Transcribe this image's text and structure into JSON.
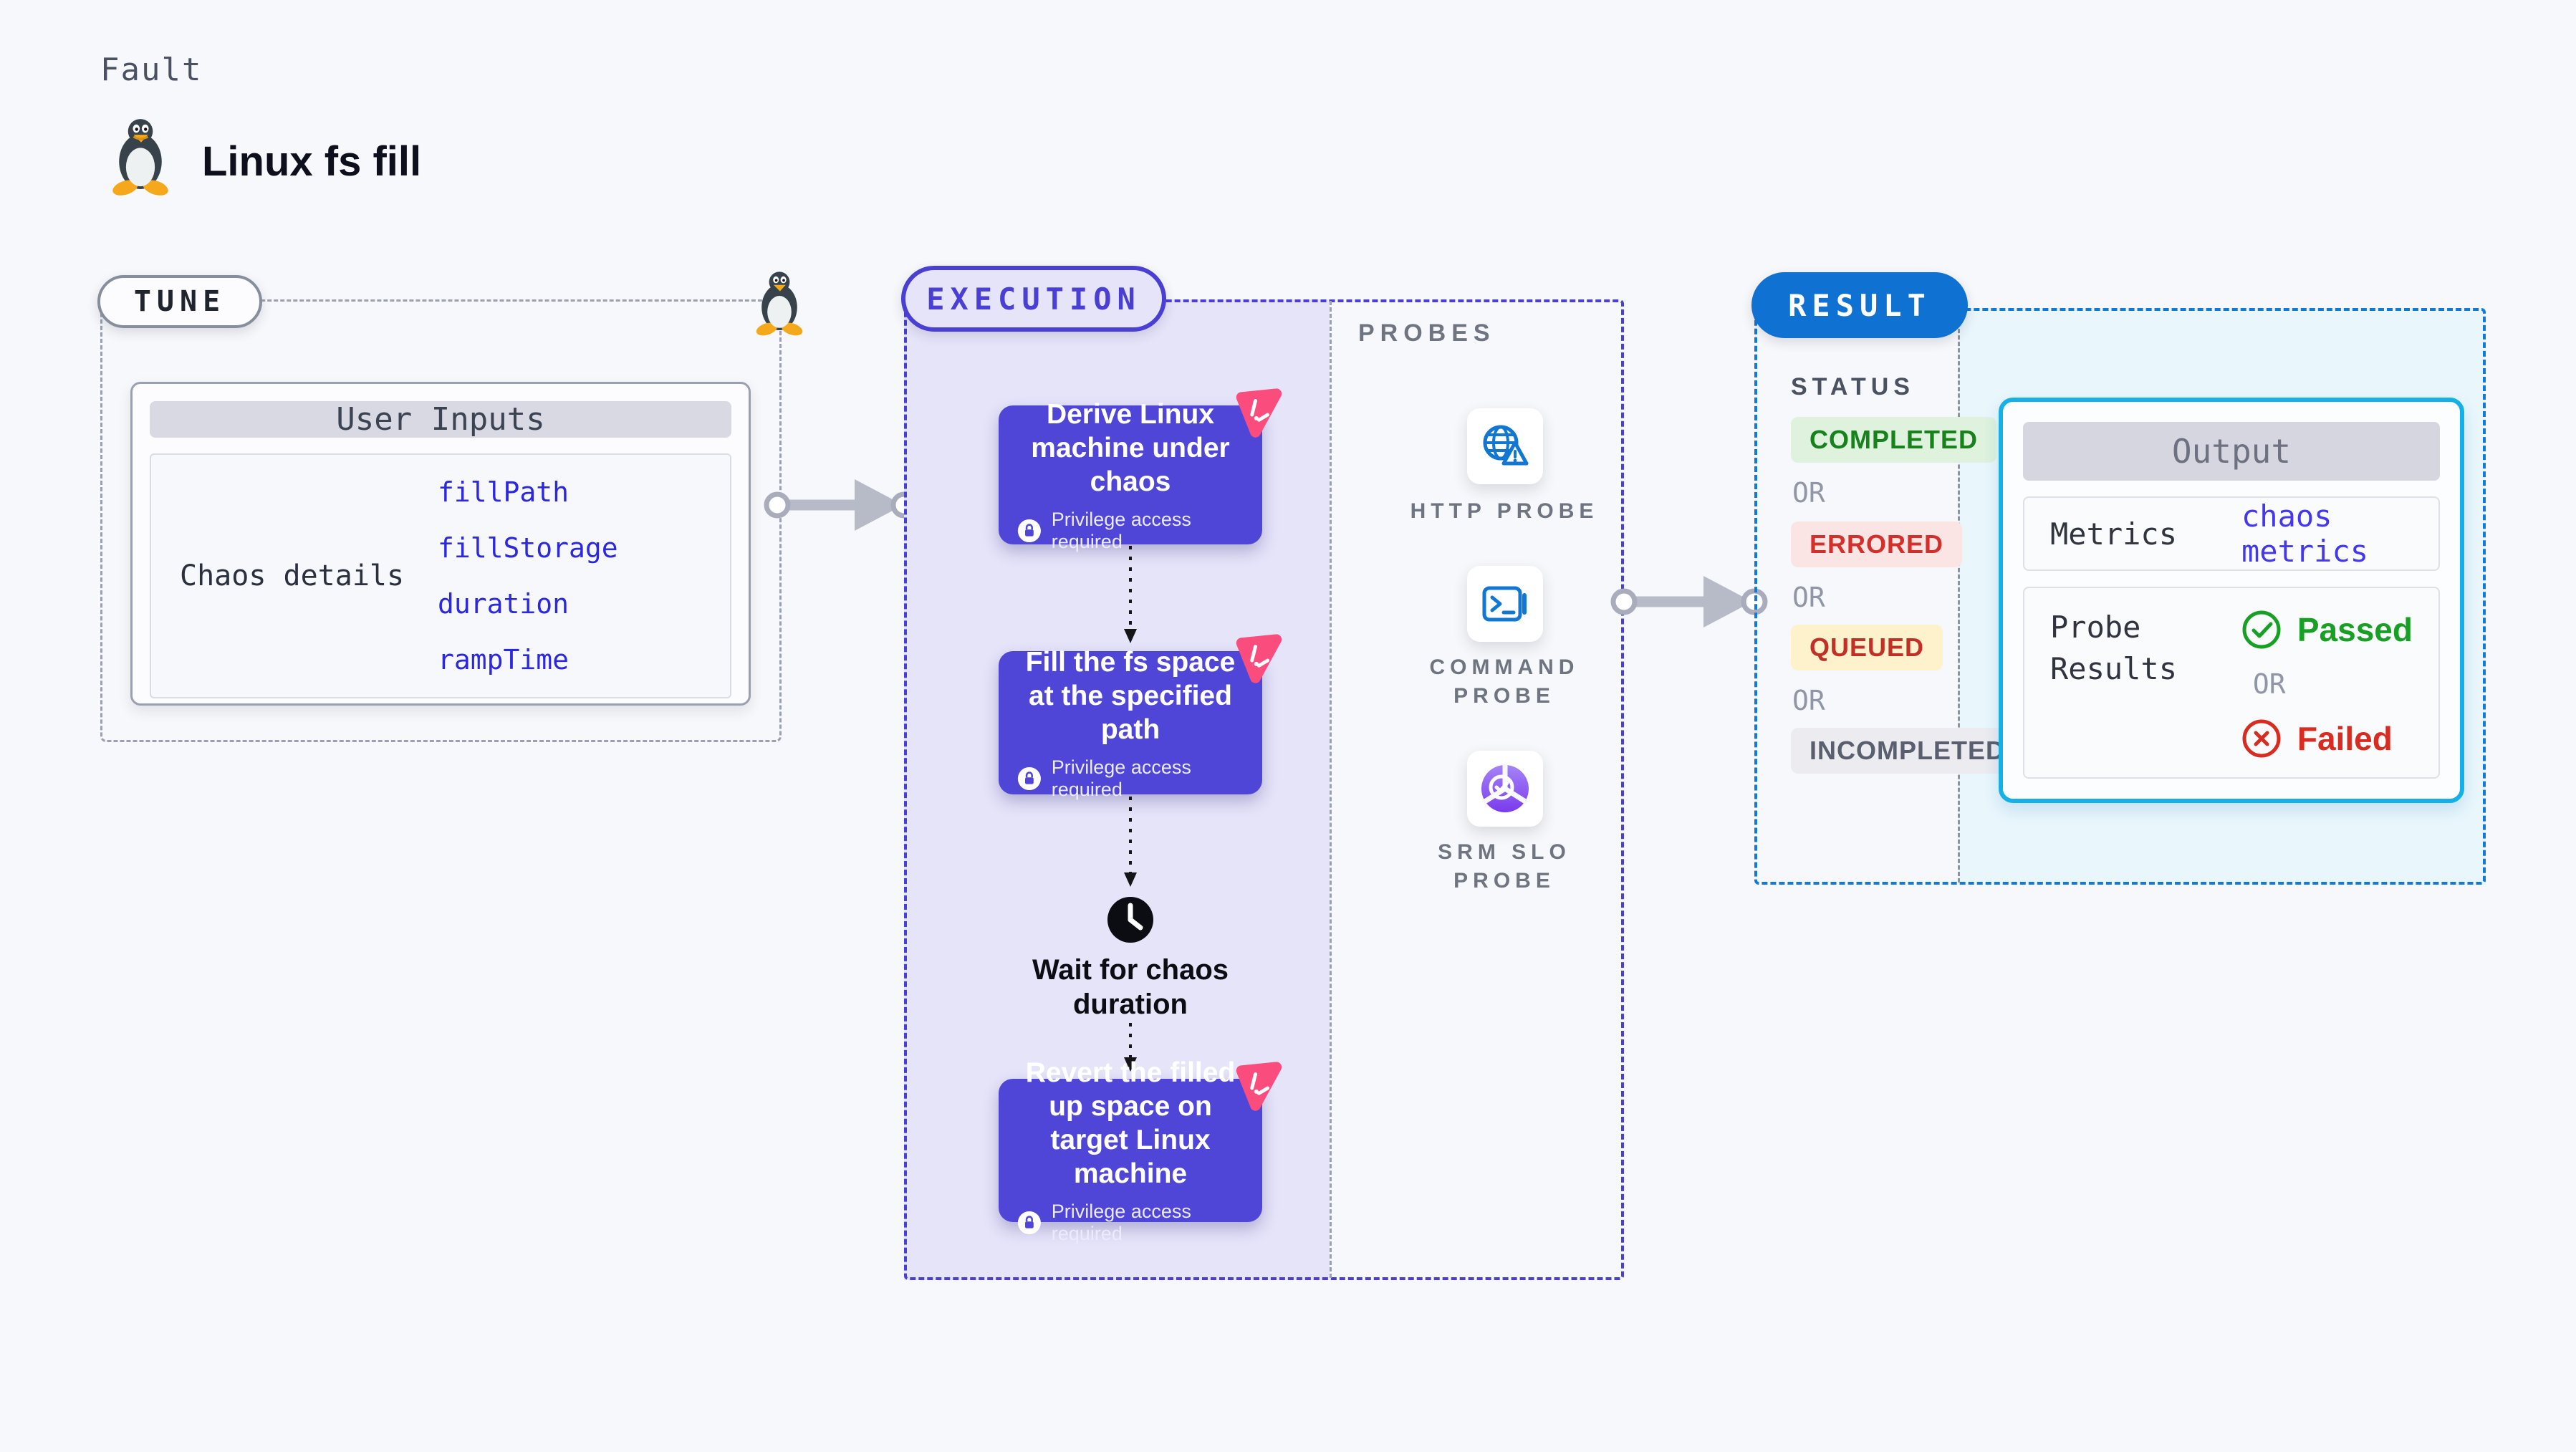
{
  "page": {
    "kicker": "Fault",
    "title": "Linux fs fill",
    "fault_icon": "tux-penguin-icon"
  },
  "tune": {
    "label": "TUNE",
    "user_inputs": {
      "header": "User Inputs",
      "row_label": "Chaos details",
      "fields": [
        "fillPath",
        "fillStorage",
        "duration",
        "rampTime"
      ]
    }
  },
  "execution": {
    "label": "EXECUTION",
    "privilege_note": "Privilege access required",
    "privilege_icon": "lock-icon",
    "step_badge_icon": "chaos-scribble-icon",
    "steps": [
      {
        "title": "Derive Linux machine under chaos"
      },
      {
        "title": "Fill the fs space at the specified path"
      },
      {
        "title": "Revert the filled up space on target Linux machine"
      }
    ],
    "wait_step": {
      "title": "Wait for chaos duration",
      "icon": "clock-icon"
    }
  },
  "probes": {
    "label": "PROBES",
    "items": [
      {
        "label": "HTTP PROBE",
        "icon": "globe-alert-icon"
      },
      {
        "label": "COMMAND PROBE",
        "icon": "terminal-icon"
      },
      {
        "label": "SRM SLO PROBE",
        "icon": "slo-donut-check-icon"
      }
    ]
  },
  "result": {
    "label": "RESULT",
    "status_heading": "STATUS",
    "or_label": "OR",
    "statuses": [
      {
        "label": "COMPLETED",
        "text_color": "#17821c",
        "bg_color": "#def2de"
      },
      {
        "label": "ERRORED",
        "text_color": "#d3302c",
        "bg_color": "#fbe5e4"
      },
      {
        "label": "QUEUED",
        "text_color": "#c22f27",
        "bg_color": "#fdf2cb"
      },
      {
        "label": "INCOMPLETED",
        "text_color": "#595f6e",
        "bg_color": "#ebebf0"
      }
    ],
    "output": {
      "header": "Output",
      "metrics_label": "Metrics",
      "metrics_link": "chaos metrics",
      "probe_results_label": "Probe Results",
      "passed_label": "Passed",
      "passed_icon": "check-circle-icon",
      "failed_label": "Failed",
      "failed_icon": "x-circle-icon"
    }
  },
  "colors": {
    "page_bg": "#f7f8fb",
    "tune_dash": "#9aa0b0",
    "execution_accent": "#4a3fd4",
    "execution_zone_bg": "#e6e4f9",
    "step_card_bg": "#4f46d8",
    "chaos_badge_pink": "#fb4d7d",
    "probe_icon_blue": "#1277d3",
    "srm_purple": "#7a3bec",
    "result_accent": "#0f72d2",
    "result_dash": "#1479d6",
    "result_zone_bg": "#e9f6fc",
    "output_border": "#14b0e6",
    "link_blue": "#2b28e0",
    "passed_green": "#18a025",
    "failed_red": "#d82c20",
    "arrow_gray": "#b7bbc7"
  }
}
